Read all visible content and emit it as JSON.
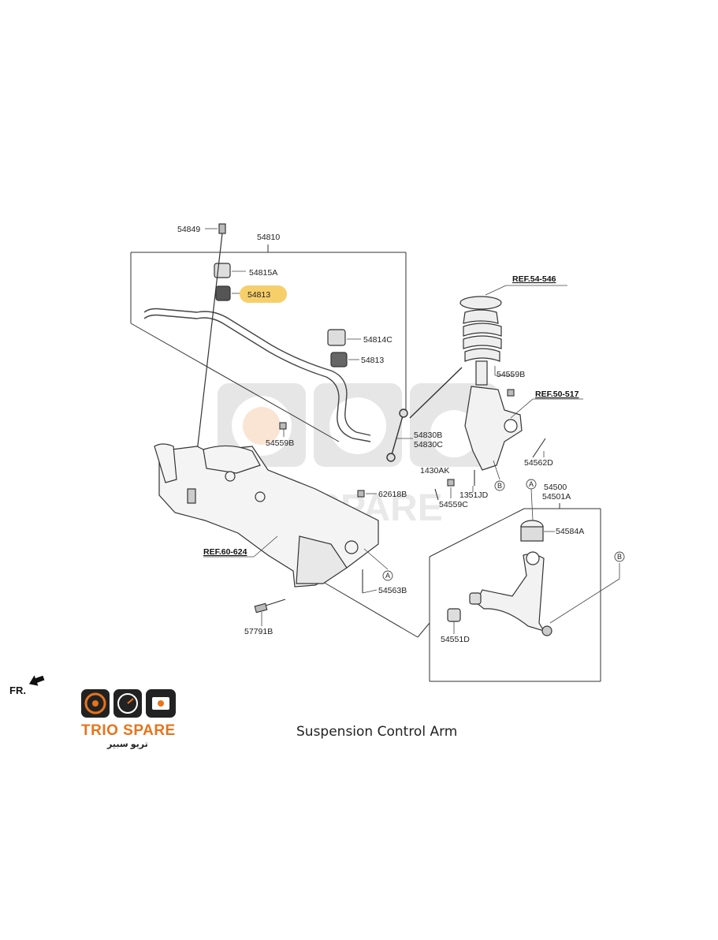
{
  "diagram": {
    "caption": "Suspension Control Arm",
    "direction_label": "FR.",
    "brand": {
      "name": "TRIO SPARE",
      "arabic": "تريو سبير",
      "accent_color": "#e8731b",
      "dark_color": "#222222"
    },
    "highlight_color": "#f7cf6a",
    "parts": {
      "p54849": "54849",
      "p54810": "54810",
      "p54815A": "54815A",
      "p54813_highlight": "54813",
      "p54814C": "54814C",
      "p54813": "54813",
      "p54559B_left": "54559B",
      "p54830": "54830B",
      "p54830C": "54830C",
      "p54559B_right": "54559B",
      "p54562D": "54562D",
      "p1430AK": "1430AK",
      "p54559C": "54559C",
      "p1351JD": "1351JD",
      "p62618B": "62618B",
      "p54500": "54500",
      "p54501A": "54501A",
      "p54584A": "54584A",
      "p54563B": "54563B",
      "p57791B": "57791B",
      "p54551D": "54551D"
    },
    "refs": {
      "ref_54_546": "REF.54-546",
      "ref_50_517": "REF.50-517",
      "ref_60_624": "REF.60-624"
    },
    "callouts": {
      "a": "A",
      "b": "B"
    }
  }
}
